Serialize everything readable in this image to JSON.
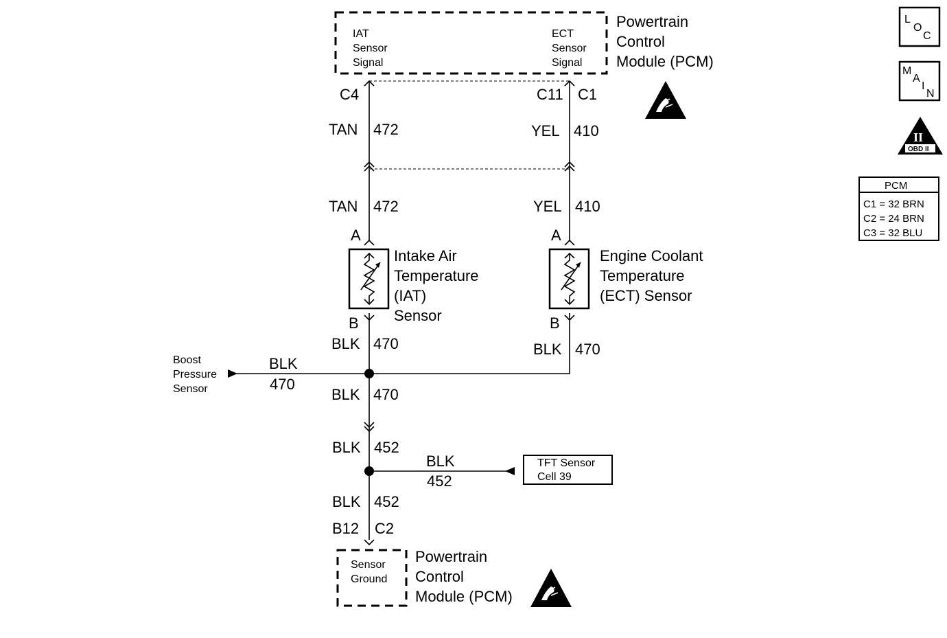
{
  "pcm_top": {
    "title": [
      "Powertrain",
      "Control",
      "Module (PCM)"
    ],
    "iat_signal": [
      "IAT",
      "Sensor",
      "Signal"
    ],
    "ect_signal": [
      "ECT",
      "Sensor",
      "Signal"
    ]
  },
  "pins": {
    "c4": "C4",
    "c11": "C11",
    "c1": "C1",
    "a_left": "A",
    "a_right": "A",
    "b_left": "B",
    "b_right": "B",
    "b12": "B12",
    "c2": "C2"
  },
  "wires": {
    "tan_upper_color": "TAN",
    "tan_upper_num": "472",
    "yel_upper_color": "YEL",
    "yel_upper_num": "410",
    "tan_lower_color": "TAN",
    "tan_lower_num": "472",
    "yel_lower_color": "YEL",
    "yel_lower_num": "410",
    "blk_b_left_color": "BLK",
    "blk_b_left_num": "470",
    "blk_b_right_color": "BLK",
    "blk_b_right_num": "470",
    "blk_boost_color": "BLK",
    "blk_boost_num": "470",
    "blk_down_color": "BLK",
    "blk_down_num": "470",
    "blk_452_upper_color": "BLK",
    "blk_452_upper_num": "452",
    "blk_tft_color": "BLK",
    "blk_tft_num": "452",
    "blk_452_lower_color": "BLK",
    "blk_452_lower_num": "452"
  },
  "iat_sensor": [
    "Intake Air",
    "Temperature",
    "(IAT)",
    "Sensor"
  ],
  "ect_sensor": [
    "Engine Coolant",
    "Temperature",
    "(ECT) Sensor"
  ],
  "boost": [
    "Boost",
    "Pressure",
    "Sensor"
  ],
  "tft": [
    "TFT Sensor",
    "Cell 39"
  ],
  "pcm_bottom": {
    "title": [
      "Powertrain",
      "Control",
      "Module (PCM)"
    ],
    "ground": [
      "Sensor",
      "Ground"
    ]
  },
  "legend": {
    "loc": [
      "L",
      "O",
      "C"
    ],
    "main": [
      "M",
      "A",
      "I",
      "N"
    ],
    "obd": "OBD II",
    "obd_numeral": "II",
    "pcm_header": "PCM",
    "pcm_rows": [
      "C1 = 32 BRN",
      "C2 = 24 BRN",
      "C3 = 32 BLU"
    ]
  }
}
